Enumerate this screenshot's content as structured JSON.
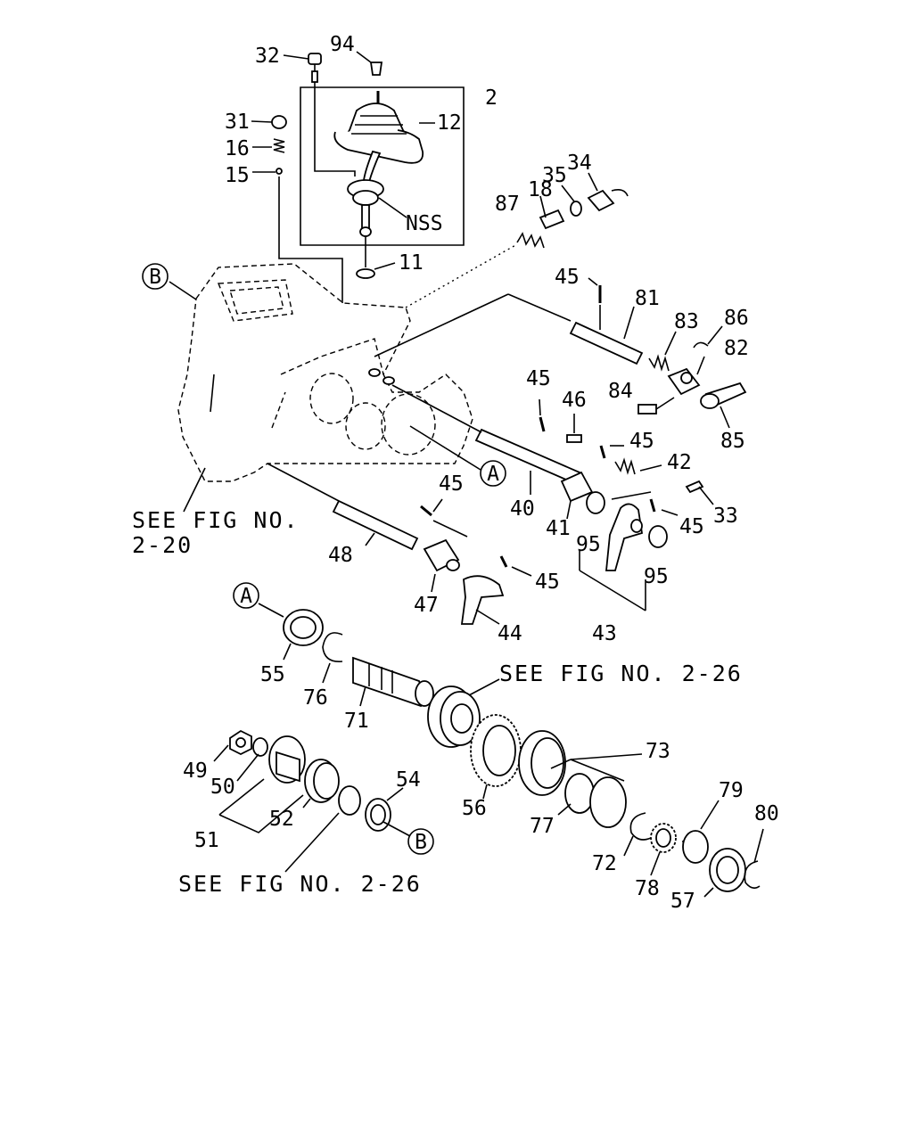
{
  "labels": {
    "l32": "32",
    "l94": "94",
    "l2": "2",
    "l12": "12",
    "l31": "31",
    "l16": "16",
    "l15": "15",
    "lnss": "NSS",
    "l87": "87",
    "l18": "18",
    "l35": "35",
    "l34": "34",
    "l11": "11",
    "l45a": "45",
    "l81": "81",
    "l86": "86",
    "l83": "83",
    "l82": "82",
    "l84": "84",
    "l85": "85",
    "l45b": "45",
    "l46": "46",
    "l45c": "45",
    "l42": "42",
    "l40": "40",
    "l41": "41",
    "l45d": "45",
    "l33": "33",
    "l95a": "95",
    "l95b": "95",
    "l45e": "45",
    "l48": "48",
    "l47": "47",
    "l45f": "45",
    "l44": "44",
    "l43": "43",
    "l55": "55",
    "l76": "76",
    "l71": "71",
    "l49": "49",
    "l50": "50",
    "l51": "51",
    "l52": "52",
    "l54": "54",
    "l56": "56",
    "l73": "73",
    "l77": "77",
    "l72": "72",
    "l79": "79",
    "l78": "78",
    "l57": "57",
    "l80": "80"
  },
  "markers": {
    "b_top": "B",
    "a_mid": "A",
    "a_left": "A",
    "b_bottom": "B"
  },
  "notes": {
    "fig220_line1": "SEE FIG NO.",
    "fig220_line2": "2-20",
    "fig226_upper": "SEE FIG NO. 2-26",
    "fig226_lower": "SEE FIG NO. 2-26"
  }
}
